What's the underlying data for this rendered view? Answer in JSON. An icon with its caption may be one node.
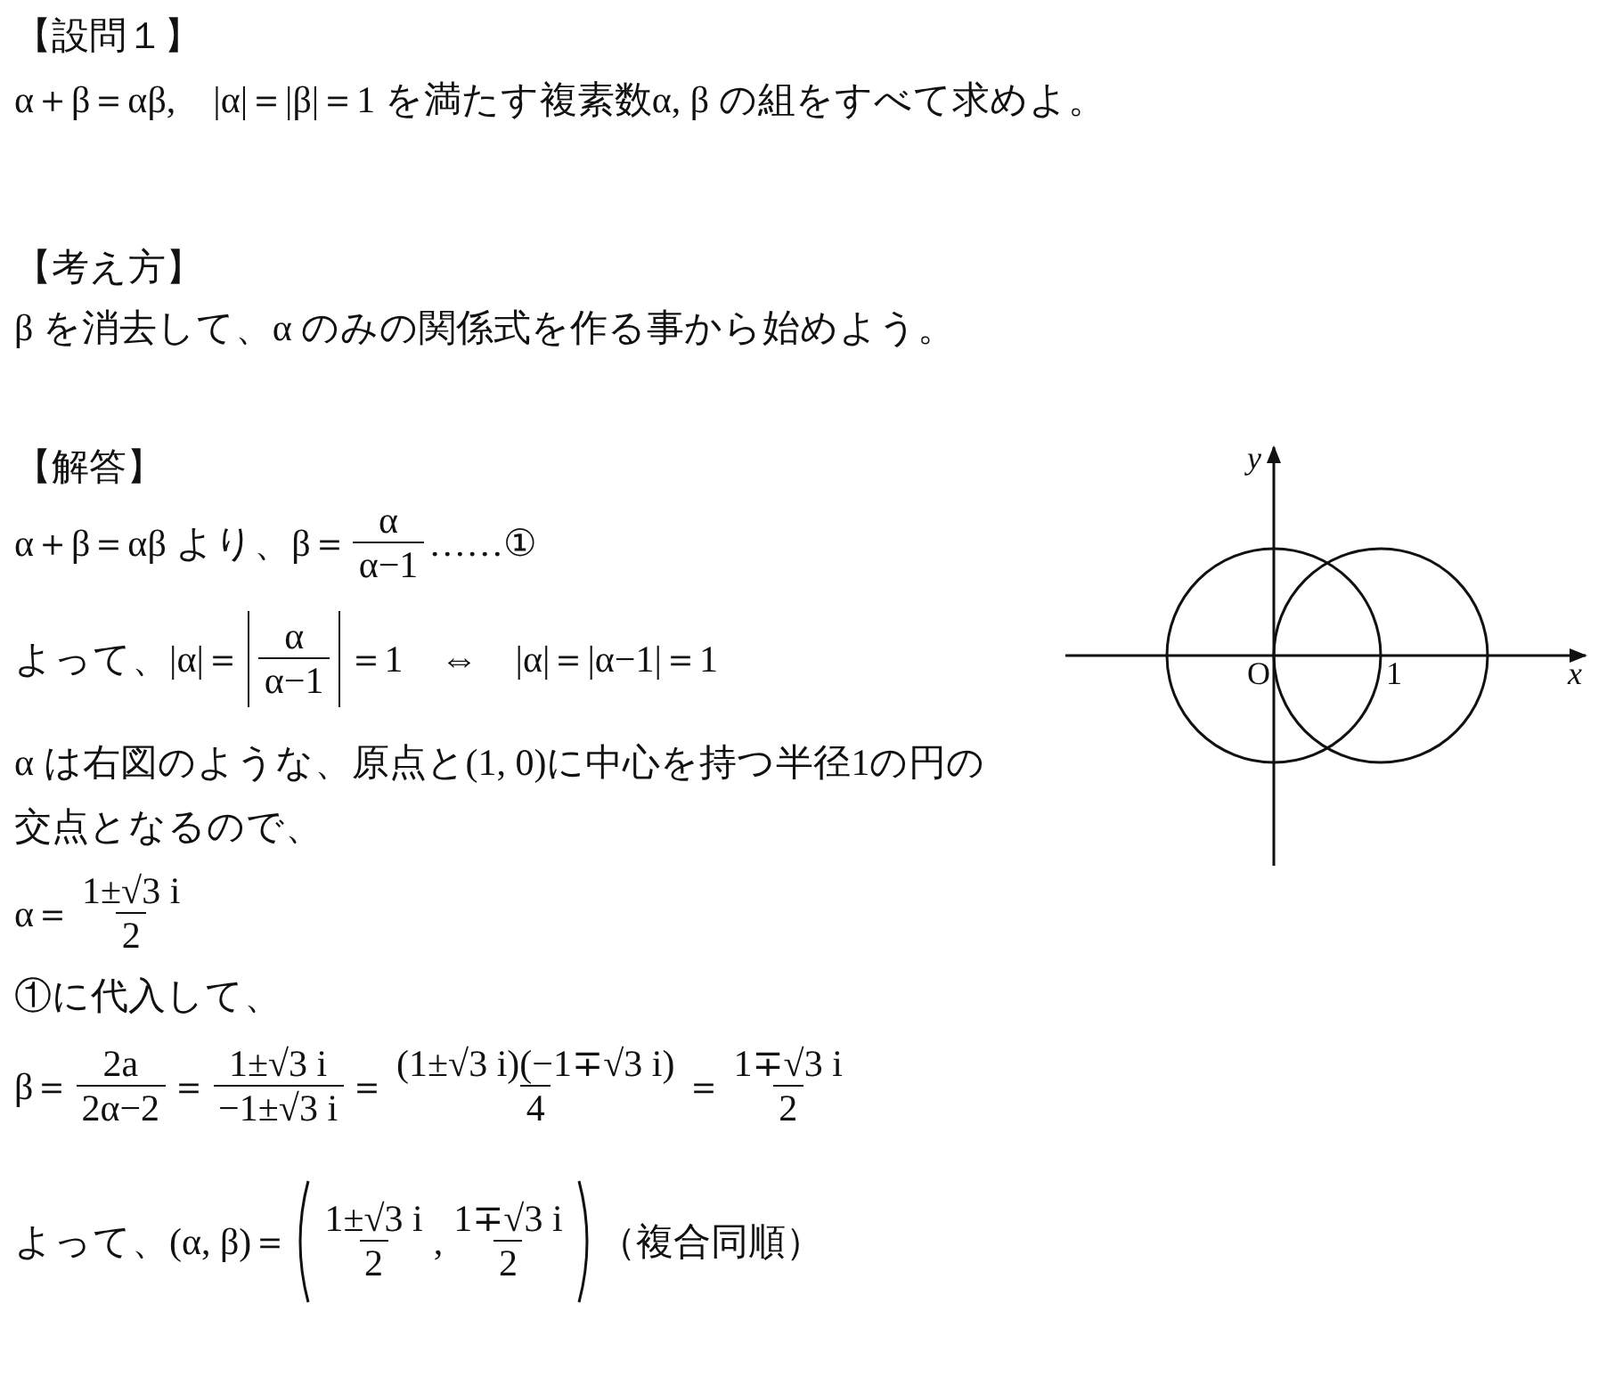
{
  "diagram": {
    "labels": [
      "【設問１】",
      "α＋β＝αβ,　|α|＝|β|＝1 を満たす複素数α, β の組をすべて求めよ。",
      "【考え方】",
      "β を消去して、α のみの関係式を作る事から始めよう。",
      "【解答】",
      "α＋β＝αβ より、β＝",
      "α",
      "α−1",
      "……①",
      "よって、|α|＝",
      "α",
      "α−1",
      "＝1　⇔　|α|＝|α−1|＝1",
      "α は右図のような、原点と(1, 0)に中心を持つ半径1の円の",
      "交点となるので、",
      "α＝",
      "1±√3 i",
      "2",
      "①に代入して、",
      "β＝",
      "2a",
      "2α−2",
      "＝",
      "1±√3 i",
      "−1±√3 i",
      "＝",
      "(1±√3 i)(−1∓√3 i)",
      "4",
      "＝",
      "1∓√3 i",
      "2",
      "よって、(α, β)＝",
      "1±√3 i",
      "2",
      ",",
      "1∓√3 i",
      "2",
      "（複合同順）",
      "y",
      "O",
      "1",
      "x"
    ]
  }
}
